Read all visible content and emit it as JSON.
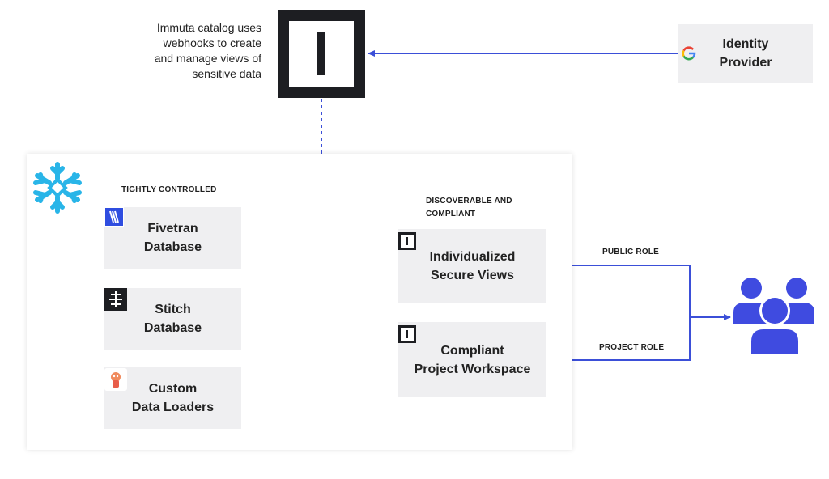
{
  "note": "Immuta catalog uses\nwebhooks to create\nand manage views of\nsensitive data",
  "identity_provider": {
    "label": "Identity\nProvider",
    "logo": "google-g-icon"
  },
  "sections": {
    "tightly_controlled": "TIGHTLY CONTROLLED",
    "discoverable": "DISCOVERABLE AND\nCOMPLIANT"
  },
  "sources": [
    {
      "label": "Fivetran\nDatabase",
      "icon": "fivetran-logo-icon"
    },
    {
      "label": "Stitch\nDatabase",
      "icon": "stitch-logo-icon"
    },
    {
      "label": "Custom\nData Loaders",
      "icon": "custom-loader-icon"
    }
  ],
  "outputs": [
    {
      "label": "Individualized\nSecure Views"
    },
    {
      "label": "Compliant\nProject Workspace"
    }
  ],
  "roles": {
    "public": "PUBLIC ROLE",
    "project": "PROJECT ROLE"
  },
  "colors": {
    "line": "#3b4fd8",
    "users": "#3f4be0",
    "snowflake": "#29b5e8",
    "box": "#efeff1",
    "logo": "#1d1e22"
  }
}
